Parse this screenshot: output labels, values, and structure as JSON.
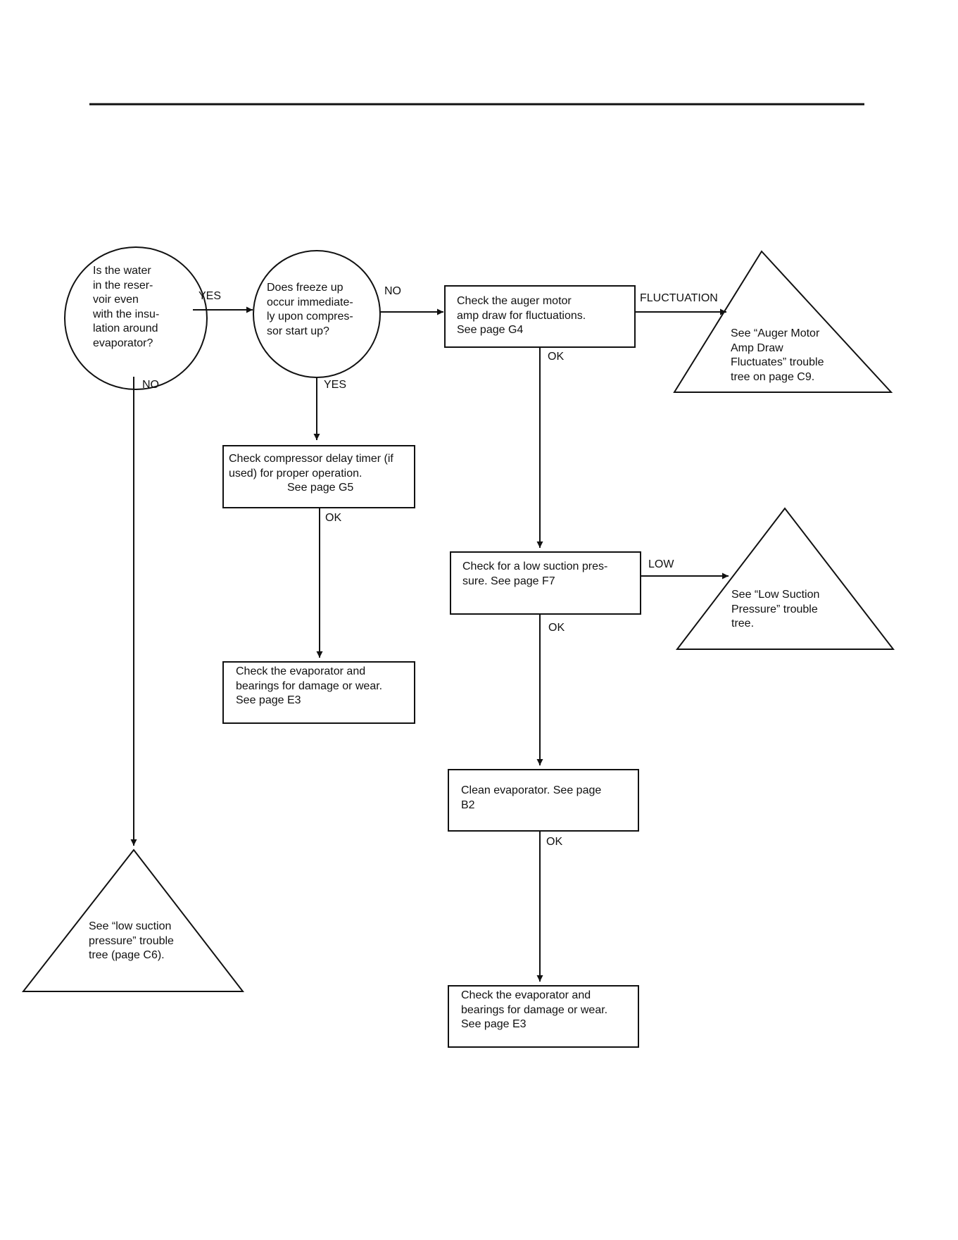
{
  "nodes": {
    "q_water": {
      "lines": [
        "Is the water",
        "in the reser-",
        "voir even",
        "with the insu-",
        "lation around",
        "evaporator?"
      ]
    },
    "q_freeze": {
      "lines": [
        "Does freeze up",
        "occur immediate-",
        "ly upon compres-",
        "sor start up?"
      ]
    },
    "check_auger": {
      "lines": [
        "Check the  auger motor",
        "amp draw for fluctuations.",
        "See page G4"
      ]
    },
    "see_auger": {
      "lines": [
        "See “Auger Motor",
        "Amp Draw",
        "Fluctuates” trouble",
        "tree on page C9."
      ]
    },
    "check_timer": {
      "lines": [
        "Check compressor delay timer (if",
        "used) for proper operation."
      ],
      "line_center": "See page G5"
    },
    "check_suction": {
      "lines": [
        "Check for a low suction pres-",
        "sure. See page F7"
      ]
    },
    "see_low_suction": {
      "lines": [
        "See “Low Suction",
        "Pressure” trouble",
        "tree."
      ]
    },
    "check_evap_1": {
      "lines": [
        "Check the evaporator and",
        "bearings for damage or wear.",
        "See page E3"
      ]
    },
    "clean_evap": {
      "lines": [
        "Clean evaporator. See page",
        "B2"
      ]
    },
    "check_evap_2": {
      "lines": [
        "Check the evaporator and",
        "bearings for damage or wear.",
        "See page E3"
      ]
    },
    "see_low_suction_c6": {
      "lines": [
        "See “low suction",
        "pressure” trouble",
        "tree (page C6)."
      ]
    }
  },
  "edges": {
    "water_yes": "YES",
    "water_no": "NO",
    "freeze_no": "NO",
    "freeze_yes": "YES",
    "auger_fluctuation": "FLUCTUATION",
    "auger_ok": "OK",
    "timer_ok": "OK",
    "suction_low": "LOW",
    "suction_ok": "OK",
    "clean_ok": "OK"
  },
  "colors": {
    "ink": "#111111",
    "background": "#ffffff"
  }
}
